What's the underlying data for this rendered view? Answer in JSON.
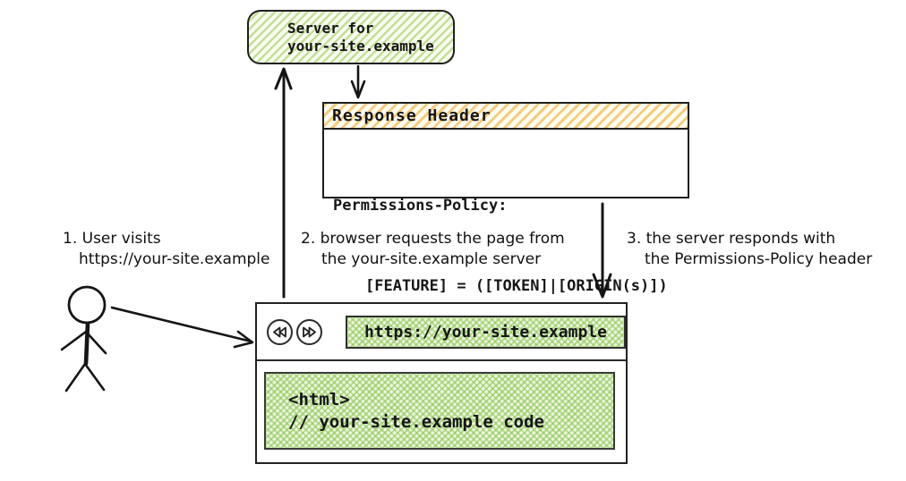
{
  "server": {
    "line1": "Server for",
    "line2": "your-site.example"
  },
  "response_header": {
    "title": "Response Header",
    "policy_line1": "Permissions-Policy:",
    "policy_line2": "[FEATURE] = ([TOKEN]|[ORIGIN(s)])"
  },
  "steps": [
    {
      "line1": "1. User visits",
      "line2": "https://your-site.example"
    },
    {
      "line1": "2. browser requests the page from",
      "line2": "the your-site.example server"
    },
    {
      "line1": "3. the server responds with",
      "line2": "the Permissions-Policy header"
    }
  ],
  "browser": {
    "url": "https://your-site.example",
    "code_line1": "<html>",
    "code_line2": "// your-site.example code",
    "back_icon": "double-left-rewind",
    "forward_icon": "double-right-fast-forward"
  },
  "actors": {
    "user": "stick-figure-person"
  },
  "colors": {
    "green_hatch": "#b9dc8c",
    "orange_hatch": "#f2cb7d",
    "ink": "#1c1c1c"
  }
}
